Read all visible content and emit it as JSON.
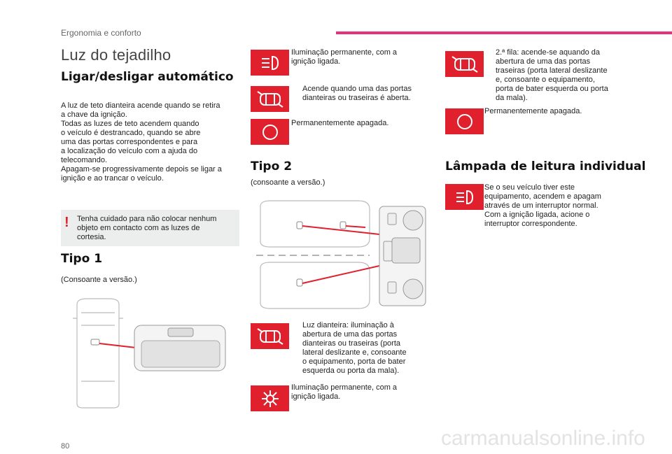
{
  "header": {
    "section": "Ergonomia e conforto",
    "accent": "#e8317d"
  },
  "page": {
    "title": "Luz do tejadilho",
    "number": "80"
  },
  "auto": {
    "heading": "Ligar/desligar automático",
    "paragraph_lines": [
      "A luz de teto dianteira acende quando se retira",
      "a chave da ignição.",
      "Todas as luzes de teto acendem quando",
      "o veículo é destrancado, quando se abre",
      "uma das portas correspondentes e para",
      "a localização do veículo com a ajuda do",
      "telecomando.",
      "Apagam-se progressivamente depois se ligar a",
      "ignição e ao trancar o veículo."
    ]
  },
  "warning": {
    "mark": "!",
    "lines": [
      "Tenha cuidado para não colocar nenhum",
      "objeto em contacto com as luzes de",
      "cortesia."
    ]
  },
  "tipo1": {
    "heading": "Tipo 1",
    "subtitle": "(Consoante a versão.)",
    "items": [
      {
        "icon": "headlight-on-icon",
        "lines": [
          "Iluminação permanente, com a",
          "ignição ligada."
        ]
      },
      {
        "icon": "car-doors-icon",
        "lines": [
          "Acende quando uma das portas",
          "dianteiras ou traseiras é aberta."
        ]
      },
      {
        "icon": "circle-off-icon",
        "lines": [
          "Permanentemente apagada."
        ]
      }
    ]
  },
  "tipo2": {
    "heading": "Tipo 2",
    "subtitle": "(consoante a versão.)",
    "items": [
      {
        "icon": "car-doors-icon",
        "lines": [
          "Luz dianteira: iluminação à",
          "abertura de uma das portas",
          "dianteiras ou traseiras (porta",
          "lateral deslizante e, consoante",
          "o equipamento, porta de bater",
          "esquerda ou porta da mala)."
        ]
      },
      {
        "icon": "sun-icon",
        "lines": [
          "Iluminação permanente, com a",
          "ignição ligada."
        ]
      }
    ]
  },
  "second_row": {
    "items": [
      {
        "icon": "car-doors-icon",
        "lines": [
          "2.ª fila: acende-se aquando da",
          "abertura de uma das portas",
          "traseiras (porta lateral deslizante",
          "e, consoante o equipamento,",
          "porta de bater esquerda ou porta",
          "da mala)."
        ]
      },
      {
        "icon": "circle-off-icon",
        "lines": [
          "Permanentemente apagada."
        ]
      }
    ]
  },
  "lamp": {
    "heading": "Lâmpada de leitura individual",
    "items": [
      {
        "icon": "headlight-on-icon",
        "lines": [
          "Se o seu veículo tiver este",
          "equipamento, acendem e apagam",
          "através de um interruptor normal.",
          "Com a ignição ligada, acione o",
          "interruptor correspondente."
        ]
      }
    ]
  },
  "colors": {
    "icon_bg": "#e0202d",
    "heading": "#111111",
    "text": "#222222",
    "warning_bg": "#eceeee"
  },
  "watermark": "carmanualsonline.info"
}
